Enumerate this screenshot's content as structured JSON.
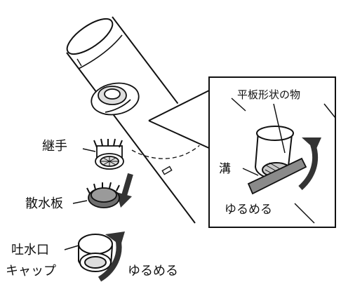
{
  "labels": {
    "joint": "継手",
    "sprinkler_plate": "散水板",
    "spout_cap_line1": "吐水口",
    "spout_cap_line2": "キャップ",
    "loosen_main": "ゆるめる",
    "flat_object": "平板形状の物",
    "groove": "溝",
    "loosen_inset": "ゆるめる"
  },
  "colors": {
    "line": "#111111",
    "arrow": "#333333",
    "flat_plate": "#8a8a8a",
    "part_dark": "#6e6e6e",
    "background": "#ffffff"
  },
  "icons": [
    "down-arrow-icon",
    "rotate-arrow-icon"
  ]
}
